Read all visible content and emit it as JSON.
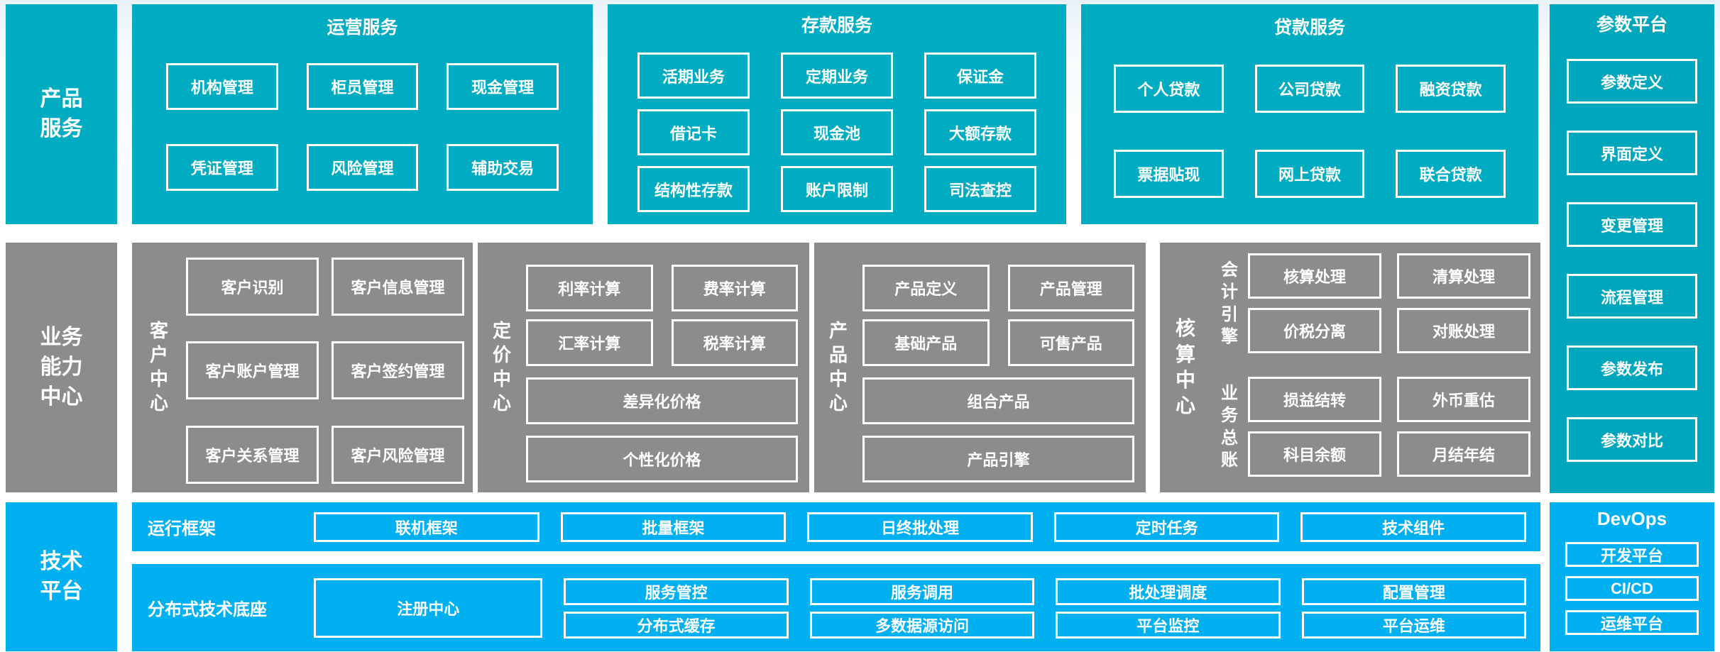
{
  "colors": {
    "teal": "#00ACC1",
    "param_teal": "#00A6BB",
    "gray": "#8C8C8C",
    "bright_blue": "#00B0F0",
    "text": "#FFFFFF"
  },
  "layers": {
    "product_services": "产品服务",
    "business_capability_center": "业务能力中心",
    "technology_platform": "技术平台"
  },
  "panels": {
    "ops": {
      "title": "运营服务",
      "boxes": [
        "机构管理",
        "柜员管理",
        "现金管理",
        "凭证管理",
        "风险管理",
        "辅助交易"
      ]
    },
    "deposit": {
      "title": "存款服务",
      "boxes": [
        "活期业务",
        "定期业务",
        "保证金",
        "借记卡",
        "现金池",
        "大额存款",
        "结构性存款",
        "账户限制",
        "司法查控"
      ]
    },
    "loan": {
      "title": "贷款服务",
      "boxes": [
        "个人贷款",
        "公司贷款",
        "融资贷款",
        "票据贴现",
        "网上贷款",
        "联合贷款"
      ]
    },
    "param": {
      "title": "参数平台",
      "boxes": [
        "参数定义",
        "界面定义",
        "变更管理",
        "流程管理",
        "参数发布",
        "参数对比"
      ]
    },
    "customer": {
      "label": "客户中心",
      "boxes": [
        "客户识别",
        "客户信息管理",
        "客户账户管理",
        "客户签约管理",
        "客户关系管理",
        "客户风险管理"
      ]
    },
    "pricing": {
      "label": "定价中心",
      "boxes": [
        "利率计算",
        "费率计算",
        "汇率计算",
        "税率计算"
      ],
      "wide_boxes": [
        "差异化价格",
        "个性化价格"
      ]
    },
    "product": {
      "label": "产品中心",
      "boxes": [
        "产品定义",
        "产品管理",
        "基础产品",
        "可售产品"
      ],
      "wide_boxes": [
        "组合产品",
        "产品引擎"
      ]
    },
    "accounting": {
      "label": "核算中心",
      "groups": [
        {
          "label": "会计引擎",
          "boxes": [
            "核算处理",
            "清算处理",
            "价税分离",
            "对账处理"
          ]
        },
        {
          "label": "业务总账",
          "boxes": [
            "损益结转",
            "外币重估",
            "科目余额",
            "月结年结"
          ]
        }
      ]
    },
    "runtime": {
      "label": "运行框架",
      "boxes": [
        "联机框架",
        "批量框架",
        "日终批处理",
        "定时任务",
        "技术组件"
      ]
    },
    "distributed": {
      "label": "分布式技术底座",
      "registry_box": "注册中心",
      "columns": [
        {
          "top": "服务管控",
          "bottom": "分布式缓存"
        },
        {
          "top": "服务调用",
          "bottom": "多数据源访问"
        },
        {
          "top": "批处理调度",
          "bottom": "平台监控"
        },
        {
          "top": "配置管理",
          "bottom": "平台运维"
        }
      ]
    },
    "devops": {
      "title": "DevOps",
      "boxes": [
        "开发平台",
        "CI/CD",
        "运维平台"
      ]
    }
  }
}
